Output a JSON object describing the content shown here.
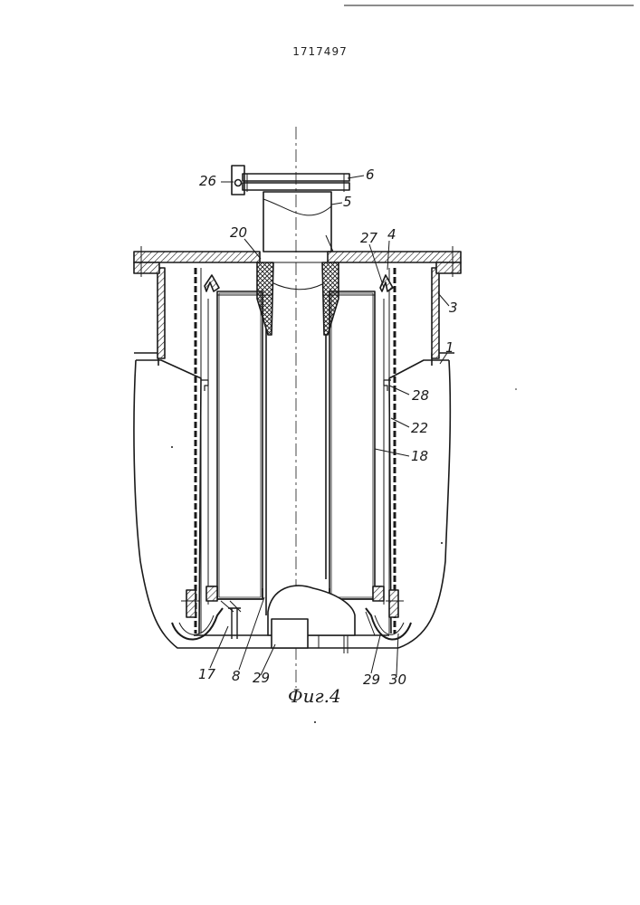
{
  "document": {
    "patent_number": "1717497",
    "figure_caption": "Фиг.4"
  },
  "labels": {
    "l26": "26",
    "l6": "6",
    "l5": "5",
    "l20": "20",
    "l27": "27",
    "l4": "4",
    "l3": "3",
    "l1": "1",
    "l28": "28",
    "l22": "22",
    "l18": "18",
    "l17": "17",
    "l8": "8",
    "l29a": "29",
    "l29b": "29",
    "l30": "30"
  },
  "colors": {
    "ink": "#1a1a1a",
    "paper": "#ffffff"
  }
}
